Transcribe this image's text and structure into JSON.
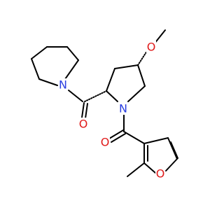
{
  "molecule": {
    "atoms": {
      "n_pyrrolidine": {
        "symbol": "N",
        "color": "#2a3ee0"
      },
      "n_proline": {
        "symbol": "N",
        "color": "#2a3ee0"
      },
      "o_methoxy": {
        "symbol": "O",
        "color": "#e01a1a"
      },
      "o_carbonyl_top": {
        "symbol": "O",
        "color": "#e01a1a"
      },
      "o_carbonyl_bottom": {
        "symbol": "O",
        "color": "#e01a1a"
      },
      "o_furan": {
        "symbol": "O",
        "color": "#e01a1a"
      }
    },
    "bond_color": "#000000"
  }
}
